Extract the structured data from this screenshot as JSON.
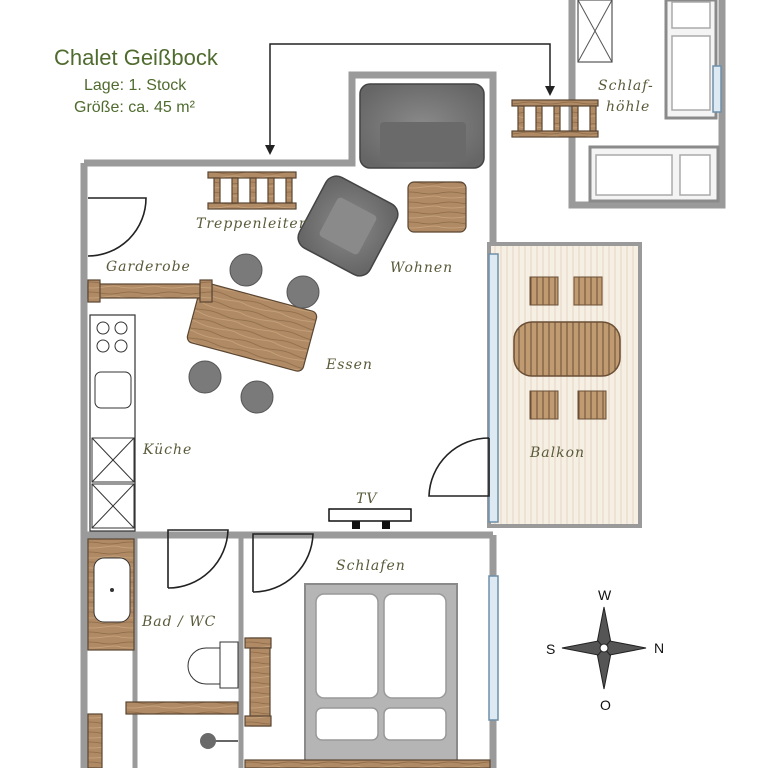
{
  "header": {
    "title": "Chalet Geißbock",
    "floor": "Lage: 1. Stock",
    "size": "Größe: ca. 45 m²"
  },
  "rooms": {
    "treppenleiter": "Treppenleiter",
    "garderobe": "Garderobe",
    "wohnen": "Wohnen",
    "essen": "Essen",
    "kueche": "Küche",
    "balkon": "Balkon",
    "tv": "TV",
    "schlafen": "Schlafen",
    "bad": "Bad / WC",
    "schlafhoehle_1": "Schlaf-",
    "schlafhoehle_2": "höhle"
  },
  "compass": {
    "north": "N",
    "south": "S",
    "west": "W",
    "east": "O"
  },
  "colors": {
    "title": "#4f6b2e",
    "wall": "#9a9a9a",
    "wood": "#b08a64",
    "sofa": "#7a7a7a",
    "balcony_floor": "#f3ece0",
    "window": "#dde9f3"
  }
}
